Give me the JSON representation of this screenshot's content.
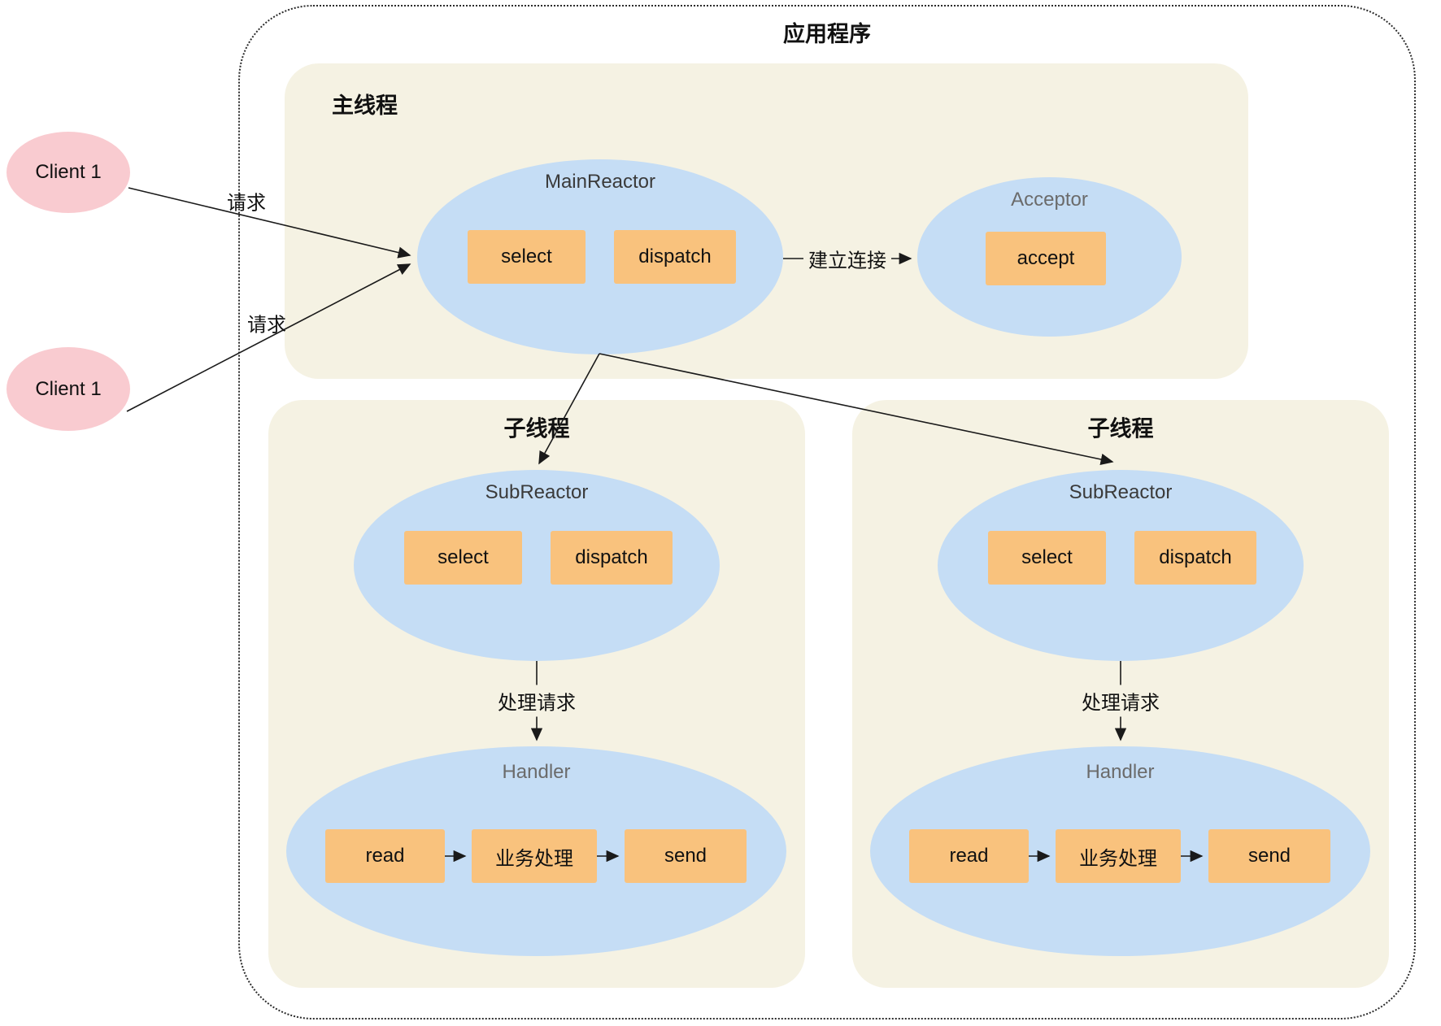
{
  "app": {
    "title": "应用程序"
  },
  "main_thread": {
    "label": "主线程",
    "main_reactor": {
      "title": "MainReactor",
      "select": "select",
      "dispatch": "dispatch"
    },
    "acceptor": {
      "title": "Acceptor",
      "accept": "accept"
    },
    "establish_label": "建立连接"
  },
  "clients": [
    {
      "label": "Client 1",
      "request_label": "请求"
    },
    {
      "label": "Client 1",
      "request_label": "请求"
    }
  ],
  "sub_threads": [
    {
      "label": "子线程",
      "sub_reactor": {
        "title": "SubReactor",
        "select": "select",
        "dispatch": "dispatch"
      },
      "process_label": "处理请求",
      "handler": {
        "title": "Handler",
        "read": "read",
        "business": "业务处理",
        "send": "send"
      }
    },
    {
      "label": "子线程",
      "sub_reactor": {
        "title": "SubReactor",
        "select": "select",
        "dispatch": "dispatch"
      },
      "process_label": "处理请求",
      "handler": {
        "title": "Handler",
        "read": "read",
        "business": "业务处理",
        "send": "send"
      }
    }
  ],
  "colors": {
    "panel_beige": "#F5F2E3",
    "node_blue": "#C5DDF5",
    "box_orange": "#F9C27D",
    "client_pink": "#F9CBD0",
    "line_black": "#1A1A1A"
  }
}
